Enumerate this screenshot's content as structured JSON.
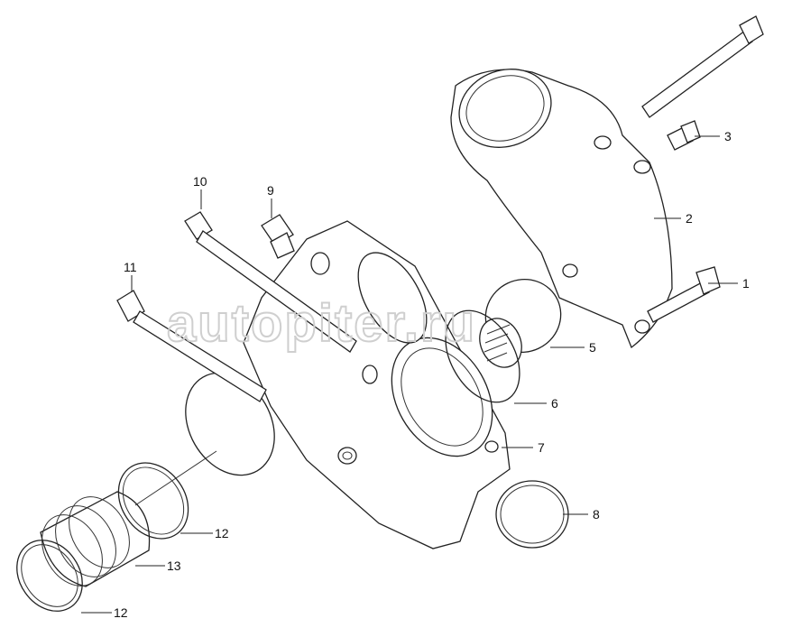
{
  "diagram": {
    "callouts": [
      {
        "id": "1",
        "label": "1"
      },
      {
        "id": "2",
        "label": "2"
      },
      {
        "id": "3",
        "label": "3"
      },
      {
        "id": "5",
        "label": "5"
      },
      {
        "id": "6",
        "label": "6"
      },
      {
        "id": "7",
        "label": "7"
      },
      {
        "id": "8",
        "label": "8"
      },
      {
        "id": "9",
        "label": "9"
      },
      {
        "id": "10",
        "label": "10"
      },
      {
        "id": "11",
        "label": "11"
      },
      {
        "id": "12a",
        "label": "12"
      },
      {
        "id": "13",
        "label": "13"
      },
      {
        "id": "12b",
        "label": "12"
      }
    ],
    "watermark": "autopiter.ru"
  }
}
